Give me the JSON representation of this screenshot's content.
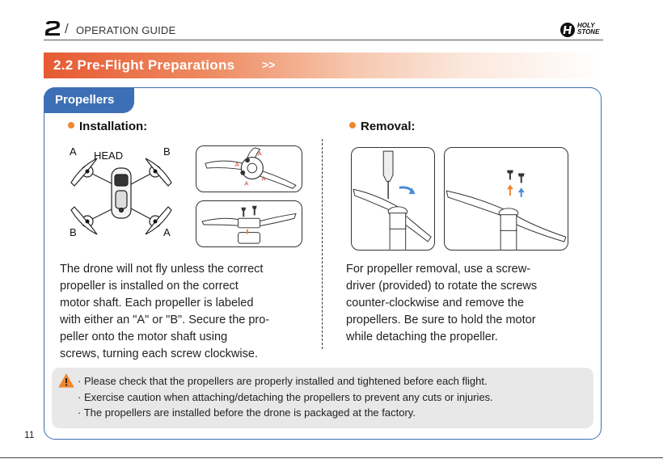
{
  "header": {
    "chapter_number": "2",
    "slash": "/",
    "title": "OPERATION GUIDE",
    "logo_line1": "HOLY",
    "logo_line2": "STONE"
  },
  "section": {
    "title": "2.2  Pre-Flight Preparations",
    "arrows": ">>"
  },
  "tab_label": "Propellers",
  "installation": {
    "heading": "Installation:",
    "labels": {
      "a_top": "A",
      "b_top": "B",
      "b_bottom": "B",
      "a_bottom": "A",
      "head": "HEAD"
    },
    "lines": [
      "The drone will not fly unless the correct",
      "propeller is installed on the correct",
      "motor shaft. Each propeller is labeled",
      "with either an \"A\" or \"B\". Secure the pro-",
      "peller onto the motor shaft using",
      "screws, turning each screw clockwise."
    ]
  },
  "removal": {
    "heading": "Removal:",
    "lines": [
      "For propeller removal, use a screw-",
      "driver (provided) to rotate the screws",
      "counter-clockwise and remove the",
      "propellers. Be sure to hold the motor",
      "while detaching the propeller."
    ]
  },
  "notices": [
    "· Please check that the propellers are properly installed and tightened before each flight.",
    "· Exercise caution when attaching/detaching the propellers to prevent any cuts or injuries.",
    "· The propellers are installed before the drone is packaged at the factory."
  ],
  "page_number": "11",
  "colors": {
    "accent_orange": "#e65a33",
    "accent_blue": "#3d6fb6",
    "bullet_orange": "#f0872f",
    "notice_bg": "#e8e8e8"
  }
}
